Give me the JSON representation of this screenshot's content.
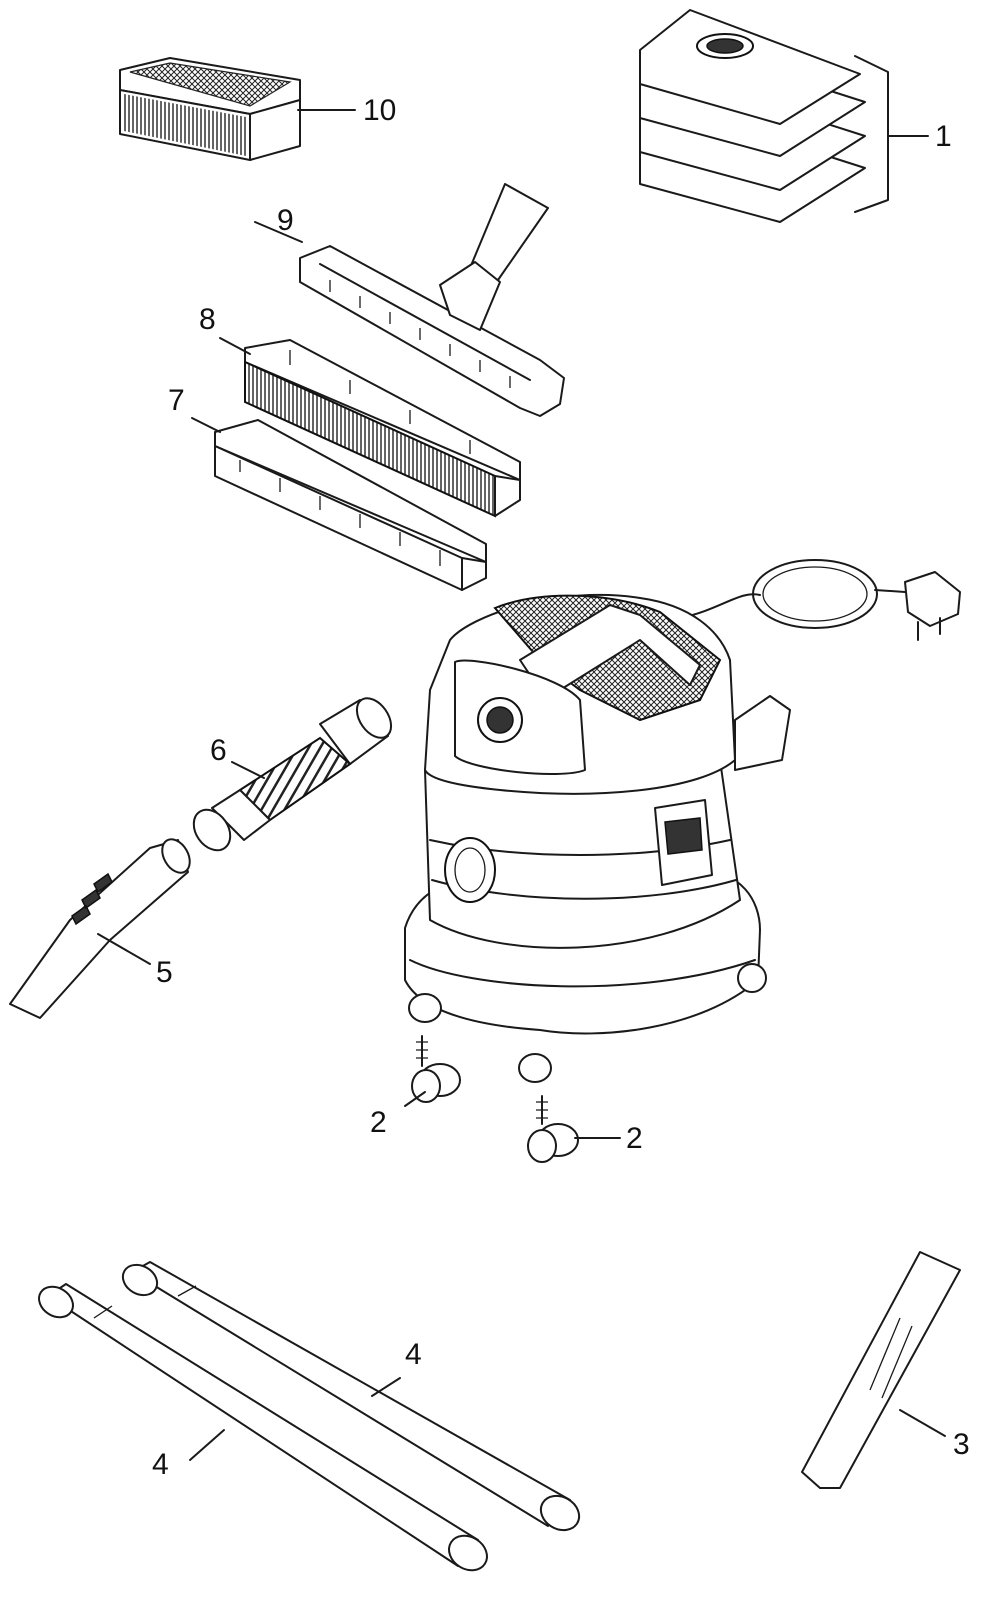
{
  "callouts": {
    "c1": "1",
    "c2a": "2",
    "c2b": "2",
    "c3": "3",
    "c4a": "4",
    "c4b": "4",
    "c5": "5",
    "c6": "6",
    "c7": "7",
    "c8": "8",
    "c9": "9",
    "c10": "10"
  }
}
